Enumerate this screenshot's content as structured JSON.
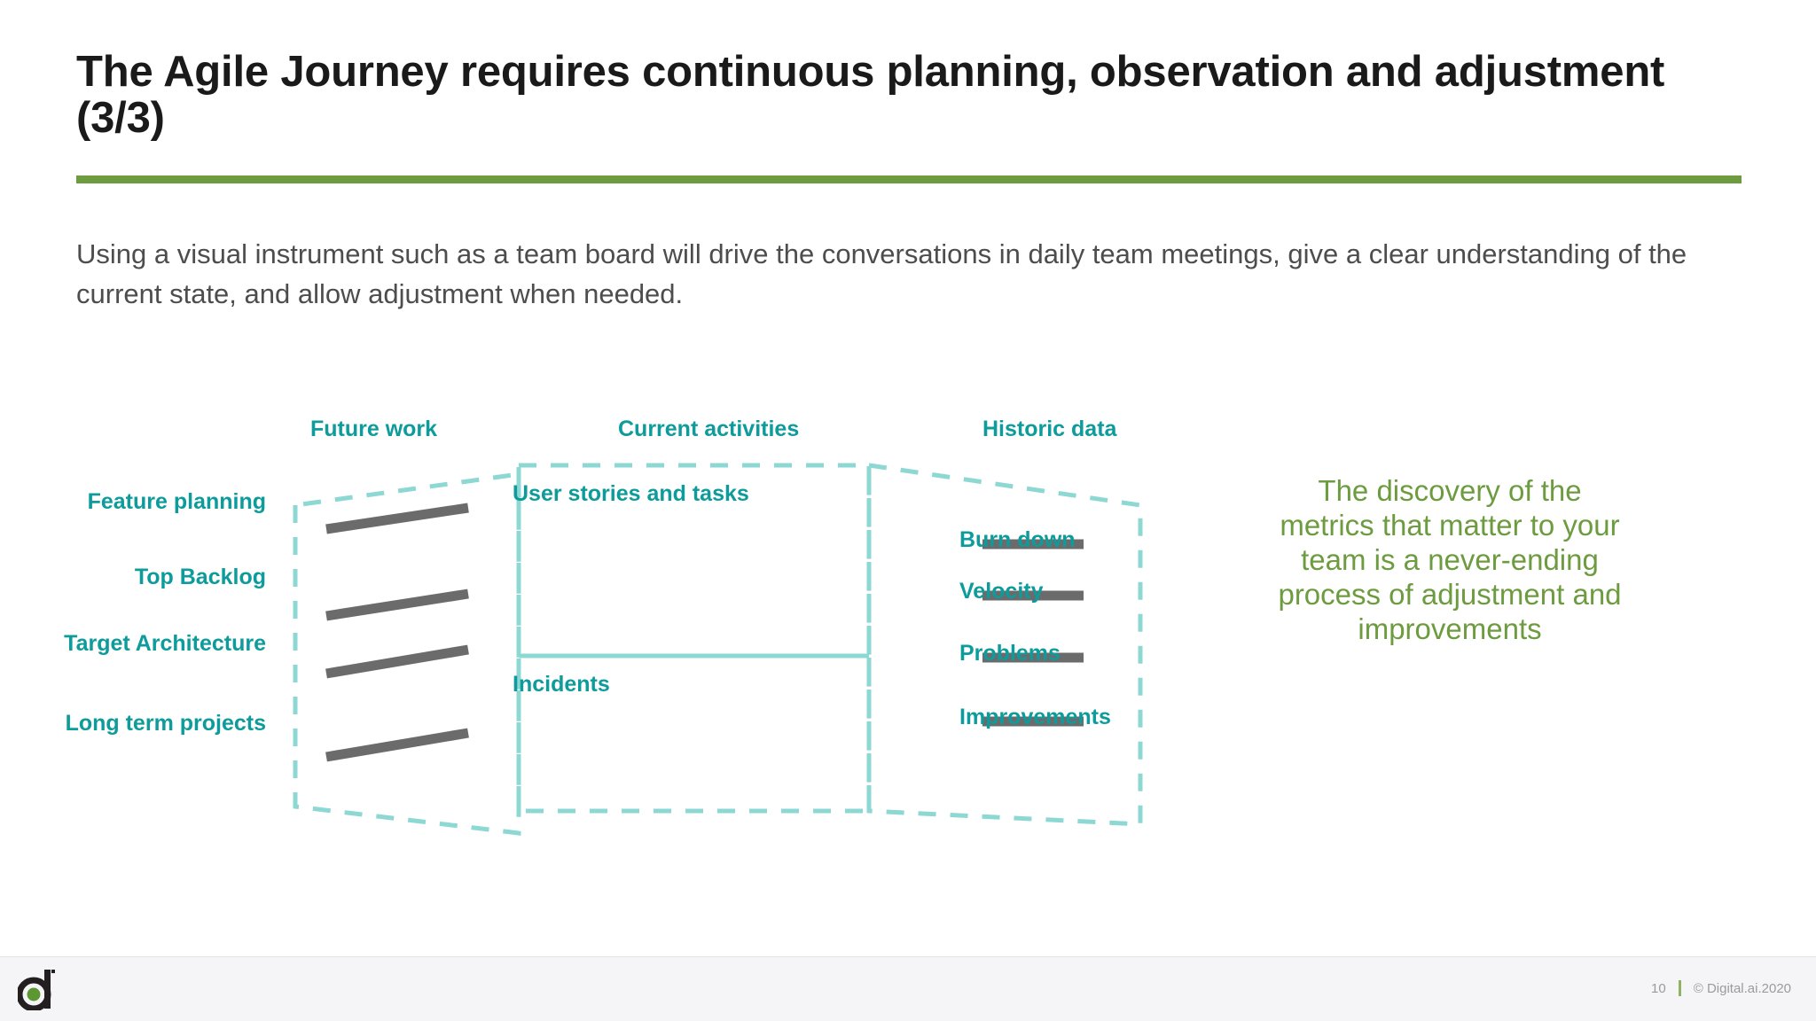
{
  "slide": {
    "title": "The Agile Journey requires continuous planning, observation and adjustment (3/3)",
    "subtitle": "Using a visual instrument such as a team board will drive the conversations in daily team meetings, give a clear understanding of the current state, and allow adjustment when needed.",
    "accent_green": "#6d9b3f",
    "accent_teal": "#0d9b9b",
    "accent_teal_light": "#8ed8d4",
    "bar_gray": "#6b6b6b"
  },
  "diagram": {
    "column_headers": [
      {
        "label": "Future work"
      },
      {
        "label": "Current activities"
      },
      {
        "label": "Historic data"
      }
    ],
    "future_work_labels": [
      {
        "label": "Feature planning"
      },
      {
        "label": "Top Backlog"
      },
      {
        "label": "Target Architecture"
      },
      {
        "label": "Long term projects"
      }
    ],
    "current_activities_labels": [
      {
        "label": "User stories and tasks"
      },
      {
        "label": "Incidents"
      }
    ],
    "historic_data_labels": [
      {
        "label": "Burn down"
      },
      {
        "label": "Velocity"
      },
      {
        "label": "Problems"
      },
      {
        "label": "Improvements"
      }
    ]
  },
  "callout": {
    "text": "The discovery of the metrics that matter to your team is a never-ending process of adjustment and improvements"
  },
  "footer": {
    "logo_name": "digital-ai-logo",
    "page_number": "10",
    "copyright": "© Digital.ai.2020"
  }
}
